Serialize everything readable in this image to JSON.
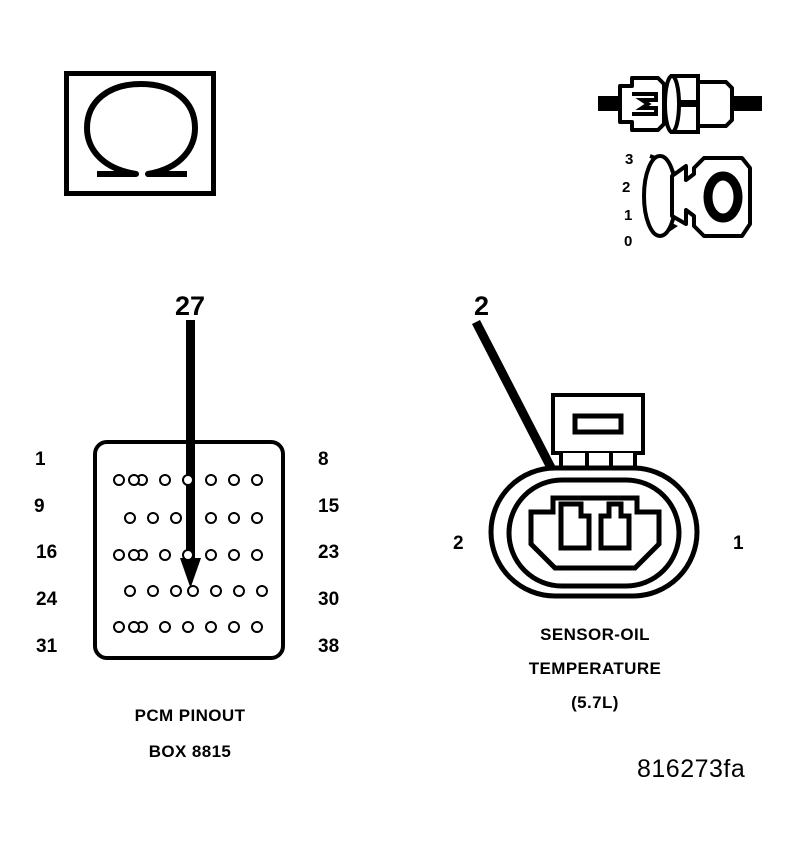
{
  "diagram": {
    "drawing_id": "816273fa",
    "symbols": {
      "ohm_box": {
        "icon": "ohm-symbol",
        "glyph": "Ω"
      },
      "connector_coupling": {
        "icon": "connector-coupling-icon"
      },
      "rotary_dial": {
        "icon": "rotary-switch-icon",
        "face_label": "0",
        "positions": [
          "3",
          "2",
          "1",
          "0"
        ]
      }
    },
    "pcm": {
      "callout": "27",
      "caption_line1": "PCM PINOUT",
      "caption_line2": "BOX 8815",
      "left_labels": [
        "1",
        "9",
        "16",
        "24",
        "31"
      ],
      "right_labels": [
        "8",
        "15",
        "23",
        "30",
        "38"
      ],
      "rows": [
        {
          "pins": 8,
          "offset": false
        },
        {
          "pins": 7,
          "offset": true
        },
        {
          "pins": 8,
          "offset": false
        },
        {
          "pins": 7,
          "offset": true
        },
        {
          "pins": 8,
          "offset": false
        }
      ],
      "highlighted_pin": {
        "row": 4,
        "index": 4
      }
    },
    "sensor": {
      "callout": "2",
      "caption_line1": "SENSOR-OIL",
      "caption_line2": "TEMPERATURE",
      "caption_line3": "(5.7L)",
      "cavity_left_label": "2",
      "cavity_right_label": "1",
      "cavity_count": 2
    },
    "colors": {
      "ink": "#000000",
      "paper": "#ffffff"
    }
  }
}
